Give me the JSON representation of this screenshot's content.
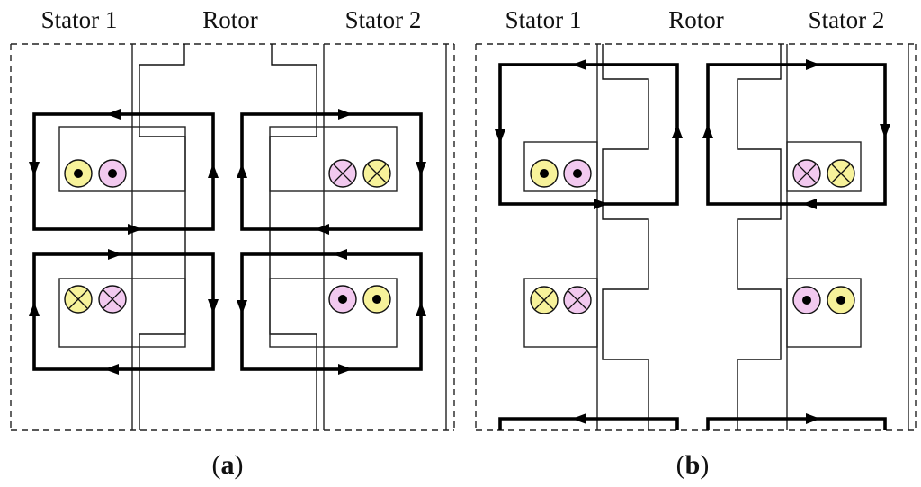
{
  "panels": [
    {
      "id": "a",
      "labels": {
        "stator1": "Stator 1",
        "rotor": "Rotor",
        "stator2": "Stator 2"
      },
      "caption": {
        "open": "(",
        "letter": "a",
        "close": ")"
      }
    },
    {
      "id": "b",
      "labels": {
        "stator1": "Stator 1",
        "rotor": "Rotor",
        "stator2": "Stator 2"
      },
      "caption": {
        "open": "(",
        "letter": "b",
        "close": ")"
      }
    }
  ],
  "colors": {
    "coil_yellow": "#f7f29a",
    "coil_pink": "#f2c9ef",
    "line": "#000000"
  },
  "coil_symbols": {
    "dot": "current-out-of-page",
    "cross": "current-into-page"
  }
}
